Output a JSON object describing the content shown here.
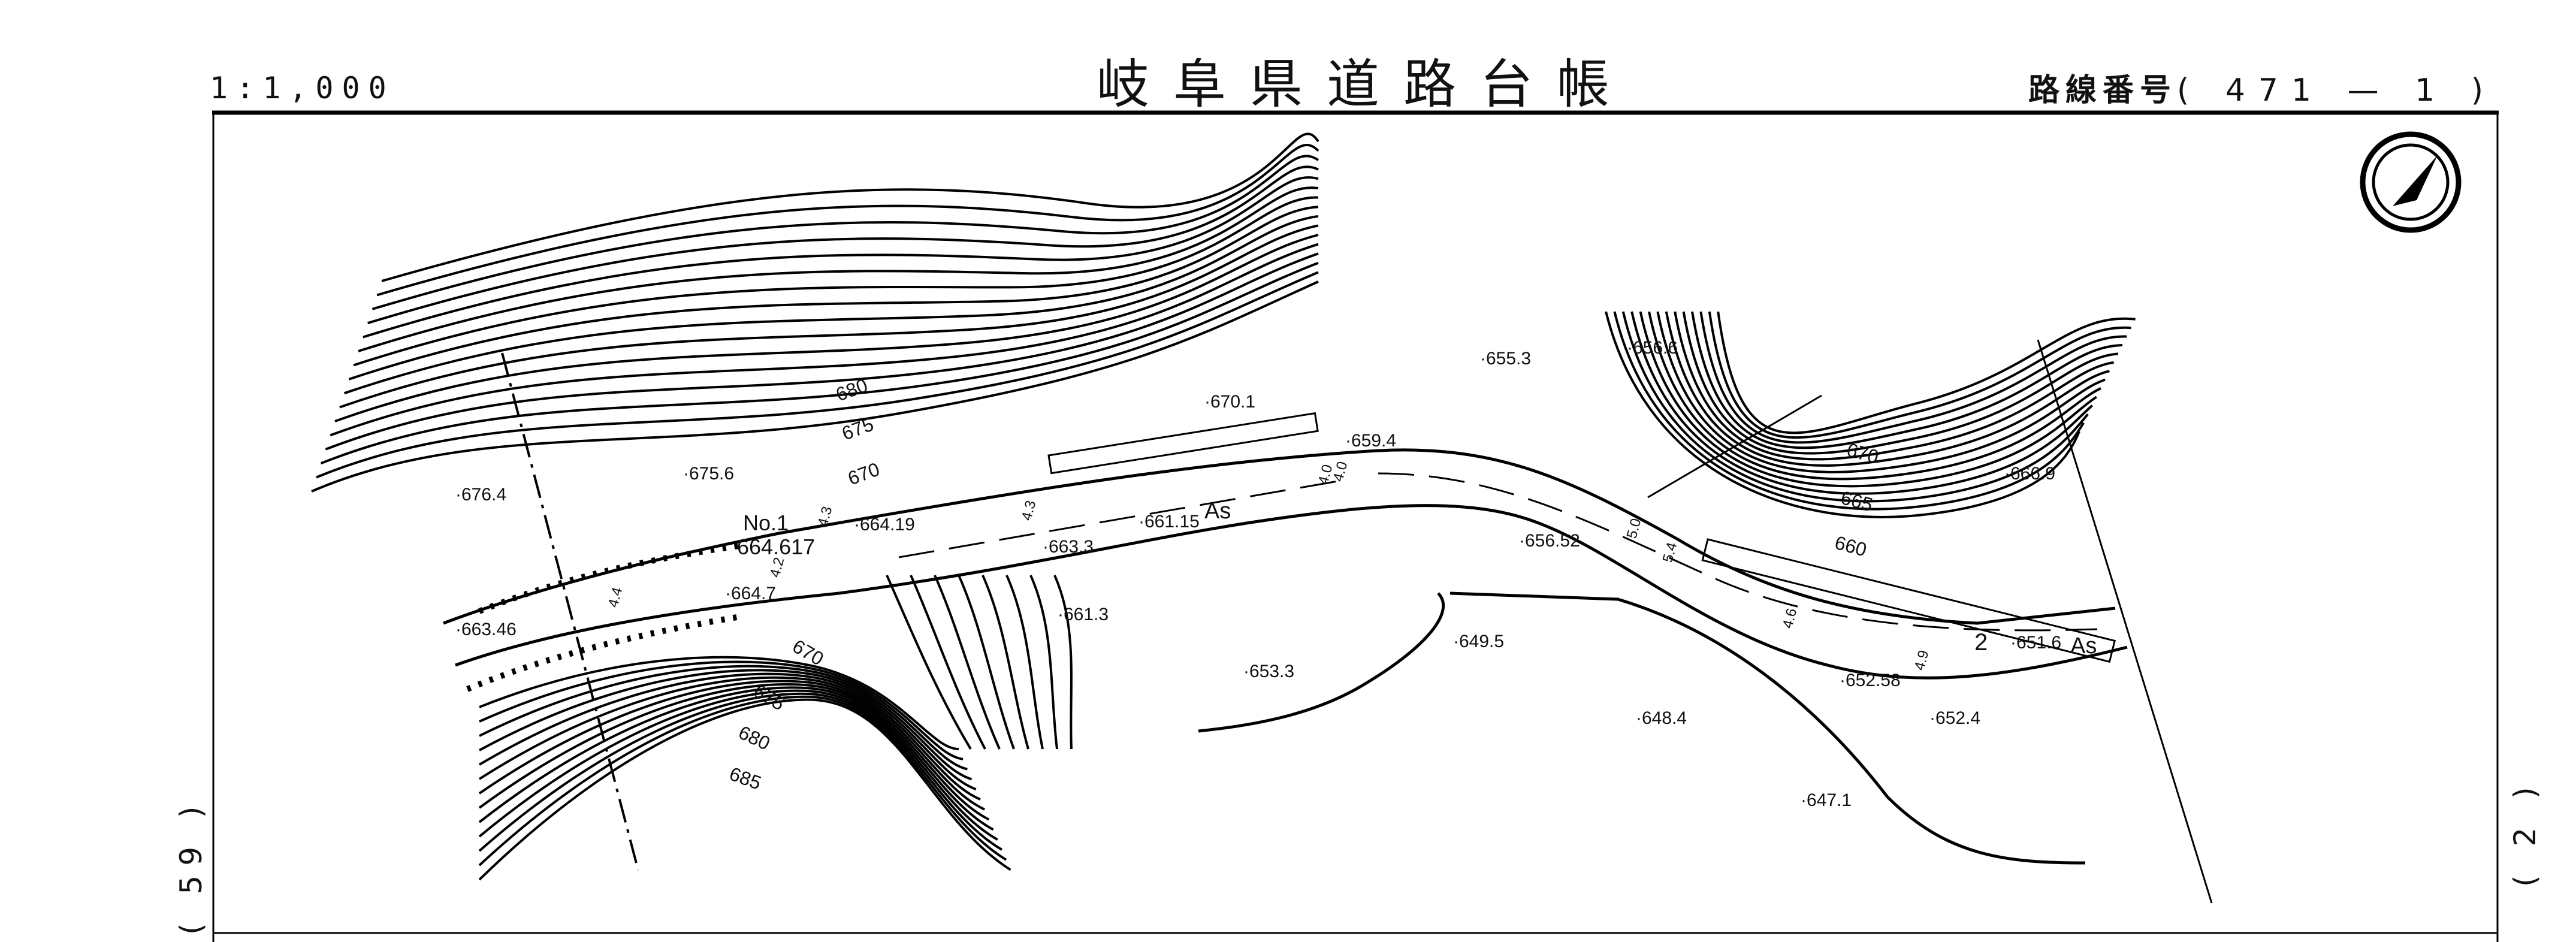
{
  "header": {
    "scale": "1:1,000",
    "title": "岐阜県道路台帳",
    "route_label": "路線番号",
    "route_number": "( 471 — 1 )"
  },
  "margins": {
    "left_sheet": "( 59 )",
    "right_sheet": "( 2 )"
  },
  "map": {
    "north_arrow": "north-arrow-icon",
    "stations": {
      "no1": "No.1",
      "no1_elev": "664.617",
      "no2": "2"
    },
    "surface_labels": [
      "As",
      "As"
    ],
    "contour_labels": [
      "680",
      "675",
      "670",
      "670",
      "675",
      "680",
      "685",
      "670",
      "665",
      "660"
    ],
    "spot_heights": [
      "676.4",
      "675.6",
      "664.19",
      "663.3",
      "661.15",
      "670.1",
      "659.4",
      "655.3",
      "656.6",
      "666.9",
      "656.52",
      "664.7",
      "663.46",
      "661.3",
      "653.3",
      "649.5",
      "648.4",
      "647.1",
      "652.58",
      "652.4",
      "651.6"
    ],
    "widths": [
      "4.4",
      "4.2",
      "4.3",
      "4.3",
      "4.0",
      "4.0",
      "5.0",
      "5.4",
      "4.6",
      "4.9"
    ]
  }
}
